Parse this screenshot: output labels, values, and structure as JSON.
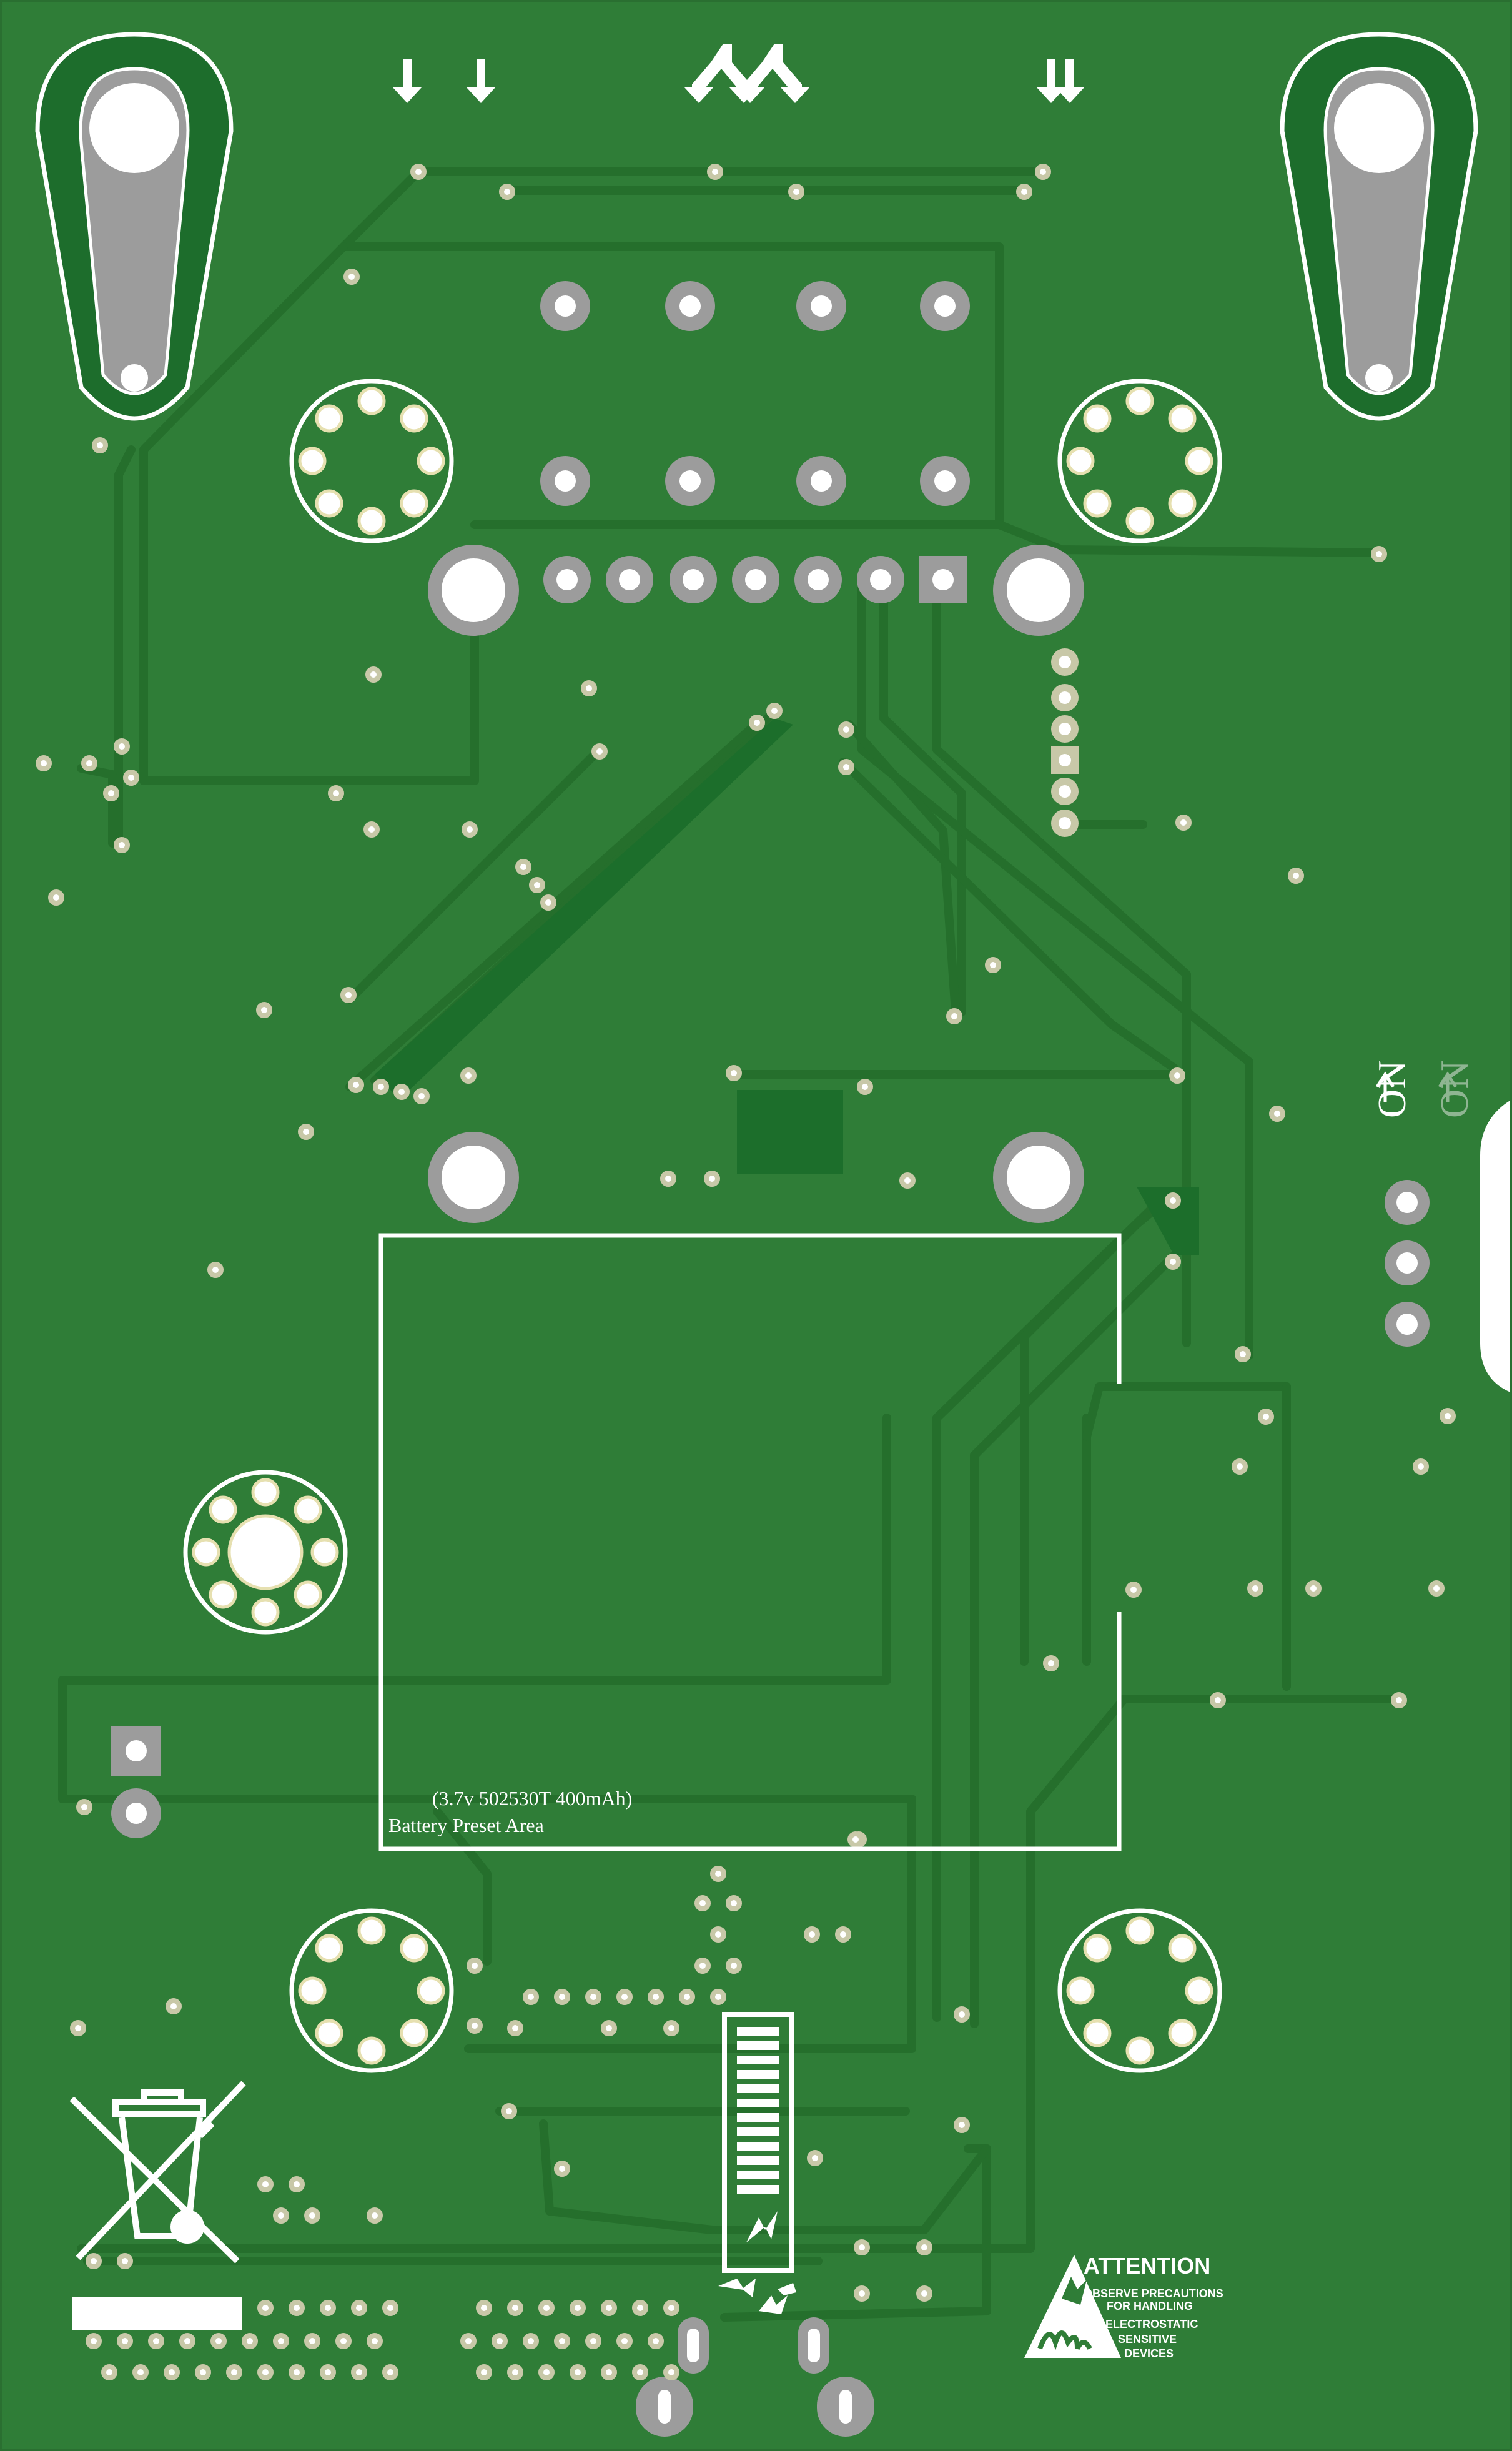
{
  "colors": {
    "board": "#2f7d37",
    "trace": "#2a7a31",
    "copper_dark": "#1a6b2a",
    "pad": "#9c9c9c",
    "silk": "#ffffff",
    "via_ring": "#c8c8a8"
  },
  "silkscreen": {
    "battery_spec": "(3.7v 502530T 400mAh)",
    "battery_area": "Battery Preset Area",
    "switch_on": "ON",
    "attention_title": "ATTENTION",
    "attention_line1": "OBSERVE PRECAUTIONS",
    "attention_line2": "FOR HANDLING",
    "attention_line3": "ELECTROSTATIC",
    "attention_line4": "SENSITIVE",
    "attention_line5": "DEVICES"
  },
  "icons": {
    "weee": "crossed-out-bin-icon",
    "esd": "esd-warning-icon",
    "arrows": "down-arrow-icon"
  }
}
